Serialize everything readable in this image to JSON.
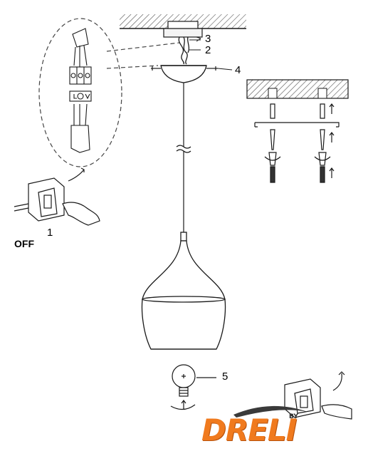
{
  "callouts": {
    "c1": "1",
    "c2": "2",
    "c3": "3",
    "c4": "4",
    "c5": "5"
  },
  "switch_label": "OFF",
  "brand": {
    "name": "DRELI",
    "tag": "BY"
  },
  "colors": {
    "line": "#1a1a1a",
    "hatch": "#555555",
    "gray": "#c9c9c9",
    "brand": "#f07a1e"
  }
}
